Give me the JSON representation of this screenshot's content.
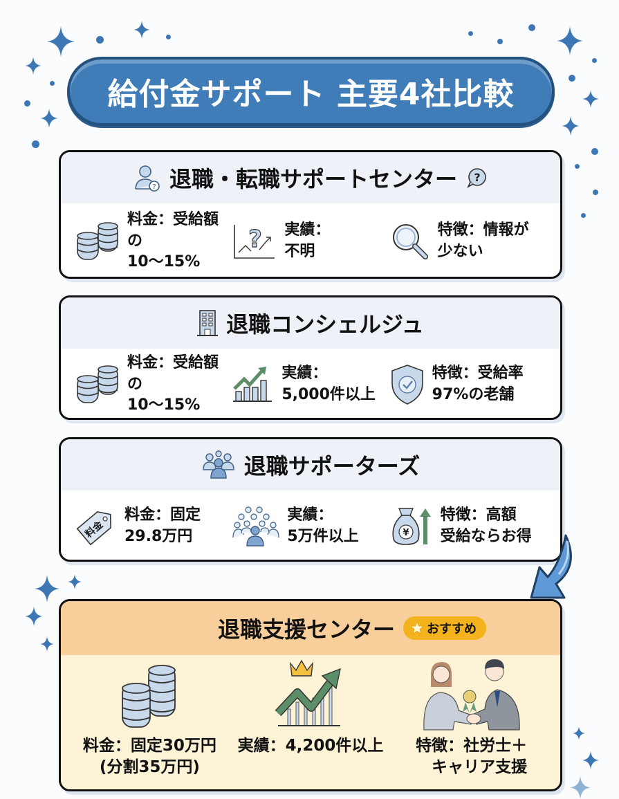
{
  "title": "給付金サポート 主要4社比較",
  "companies": [
    {
      "name": "退職・転職サポートセンター",
      "icon": "user-question-icon",
      "trail_icon": "question-bubble-icon",
      "fee": {
        "icon": "coins-icon",
        "text": "料金：受給額の\n10〜15%"
      },
      "record": {
        "icon": "chart-question-icon",
        "text": "実績：\n不明"
      },
      "feature": {
        "icon": "magnifier-icon",
        "text": "特徴：情報が\n少ない"
      }
    },
    {
      "name": "退職コンシェルジュ",
      "icon": "building-icon",
      "fee": {
        "icon": "coins-icon",
        "text": "料金：受給額の\n10〜15%"
      },
      "record": {
        "icon": "growth-chart-icon",
        "text": "実績：\n5,000件以上"
      },
      "feature": {
        "icon": "shield-check-icon",
        "text": "特徴：受給率\n97%の老舗"
      }
    },
    {
      "name": "退職サポーターズ",
      "icon": "group-icon",
      "fee": {
        "icon": "price-tag-icon",
        "tag_label": "料金",
        "text": "料金：固定\n29.8万円"
      },
      "record": {
        "icon": "crowd-icon",
        "text": "実績：\n5万件以上"
      },
      "feature": {
        "icon": "money-bag-up-icon",
        "bag_label": "¥",
        "text": "特徴：高額\n受給ならお得"
      }
    },
    {
      "name": "退職支援センター",
      "badge": "おすすめ",
      "badge_icon": "star-icon",
      "fee": {
        "icon": "coins-icon",
        "text": "料金：固定30万円\n(分割35万円)"
      },
      "record": {
        "icon": "crown-growth-icon",
        "text": "実績：4,200件以上"
      },
      "feature": {
        "icon": "handshake-icon",
        "text": "特徴：社労士＋\nキャリア支援"
      }
    }
  ],
  "colors": {
    "title_bg": "#3f7cb8",
    "star": "#3d77b3",
    "card_head": "#eef2f8",
    "recommend_head": "#f8cf9a",
    "recommend_body": "#fdf3d6",
    "badge": "#f4b31c",
    "icon_fill": "#c9d9ec",
    "chart_green": "#5d8e6a"
  }
}
